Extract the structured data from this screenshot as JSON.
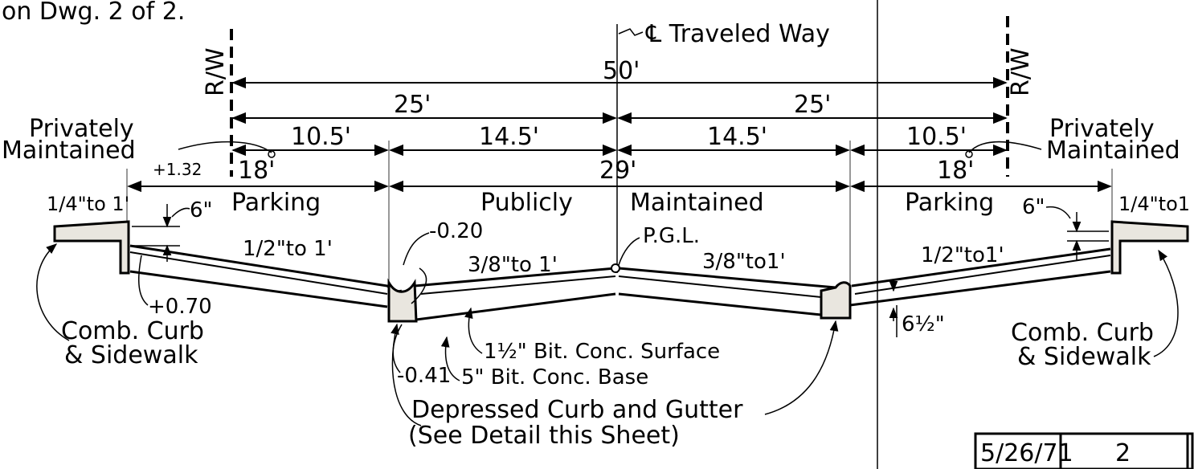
{
  "header_note": "on Dwg. 2 of 2.",
  "centerline_label": "℄ Traveled Way",
  "row_label": "R/W",
  "dims": {
    "total": "50'",
    "half_left": "25'",
    "half_right": "25'",
    "side_left": "10.5'",
    "mid_left": "14.5'",
    "mid_right": "14.5'",
    "side_right": "10.5'",
    "parking_left": "18'",
    "paved": "29'",
    "parking_right": "18'",
    "curb_offset": "+1.32"
  },
  "zones": {
    "private_left": "Privately Maintained",
    "private_right": "Privately Maintained",
    "parking_left": "Parking",
    "publicly": "Publicly",
    "maintained": "Maintained",
    "parking_right": "Parking"
  },
  "slopes": {
    "sidewalk_left": "1/4\"to 1'",
    "sidewalk_right": "1/4\"to1",
    "parking_left": "1/2\"to 1'",
    "parking_right": "1/2\"to1'",
    "crown_left": "3/8\"to 1'",
    "crown_right": "3/8\"to1'"
  },
  "callouts": {
    "curb_height_left": "6\"",
    "curb_height_right": "6\"",
    "gutter_elev_top": "-0.20",
    "gutter_elev_bottom": "-0.41",
    "curb_elev": "+0.70",
    "pgl": "P.G.L.",
    "depth": "6½\"",
    "surface": "1½\" Bit. Conc. Surface",
    "base": "5\" Bit. Conc. Base",
    "comb_curb_left_1": "Comb. Curb",
    "comb_curb_left_2": "& Sidewalk",
    "comb_curb_right_1": "Comb. Curb",
    "comb_curb_right_2": "& Sidewalk",
    "depressed_1": "Depressed Curb and Gutter",
    "depressed_2": "(See Detail this Sheet)"
  },
  "title_block": {
    "date": "5/26/71",
    "sheet": "2"
  }
}
